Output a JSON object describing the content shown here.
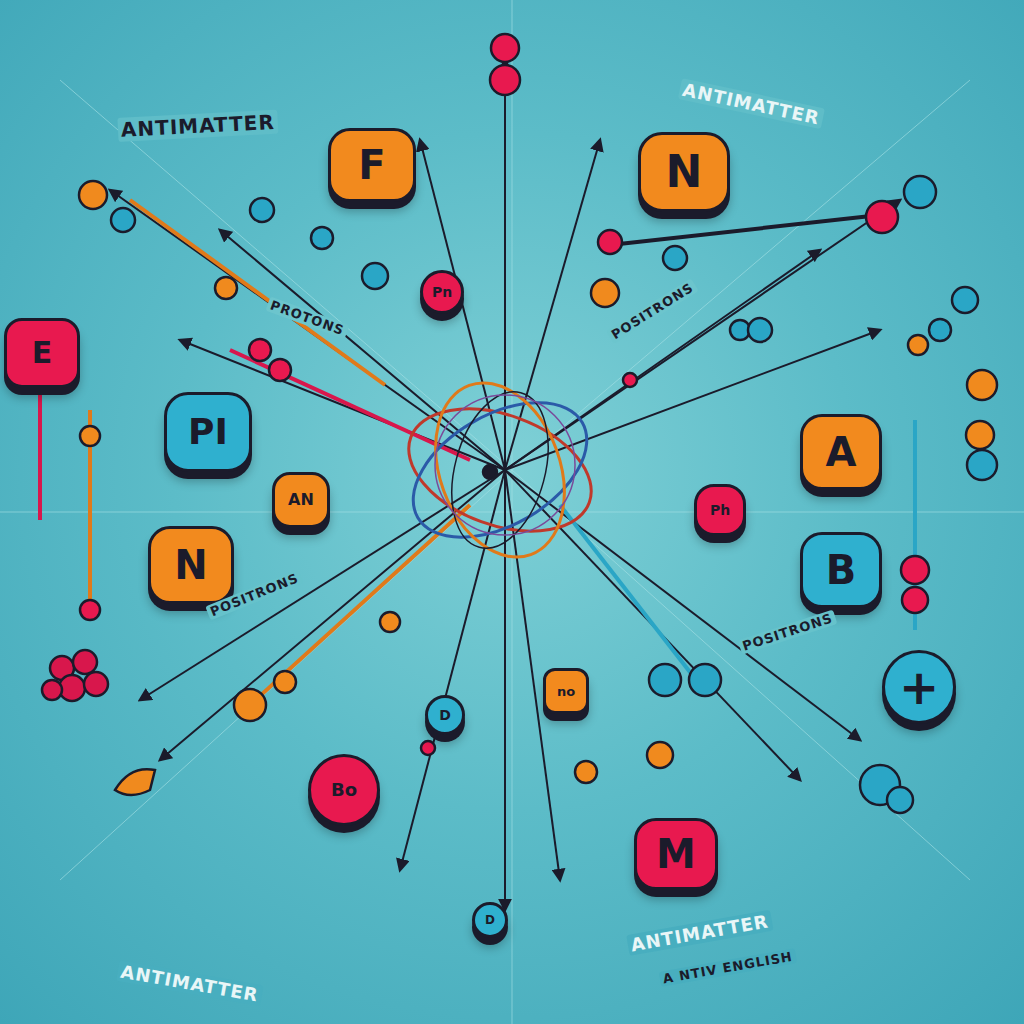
{
  "diagram": {
    "nodes": [
      {
        "text": [
          "F"
        ]
      },
      {
        "text": [
          "N"
        ]
      },
      {
        "text": [
          "Pn"
        ]
      },
      {
        "text": [
          "E"
        ]
      },
      {
        "text": [
          "PI"
        ]
      },
      {
        "text": [
          "AN"
        ]
      },
      {
        "text": [
          "Ph"
        ]
      },
      {
        "text": [
          "A"
        ]
      },
      {
        "text": [
          "N"
        ]
      },
      {
        "text": [
          "B"
        ]
      },
      {
        "text": [
          "+"
        ]
      },
      {
        "text": [
          "no"
        ]
      },
      {
        "text": [
          "D"
        ]
      },
      {
        "text": [
          "Bo"
        ]
      },
      {
        "text": [
          "M"
        ]
      },
      {
        "text": [
          "D"
        ]
      }
    ],
    "labels": [
      "ANTIMATTER",
      "ANTIMATTER",
      "PROTONS",
      "POSITRONS",
      "POSITRONS",
      "POSITRONS",
      "ANTIMATTER",
      "ANTIMATTER",
      "A NTIV ENGLISH"
    ]
  }
}
